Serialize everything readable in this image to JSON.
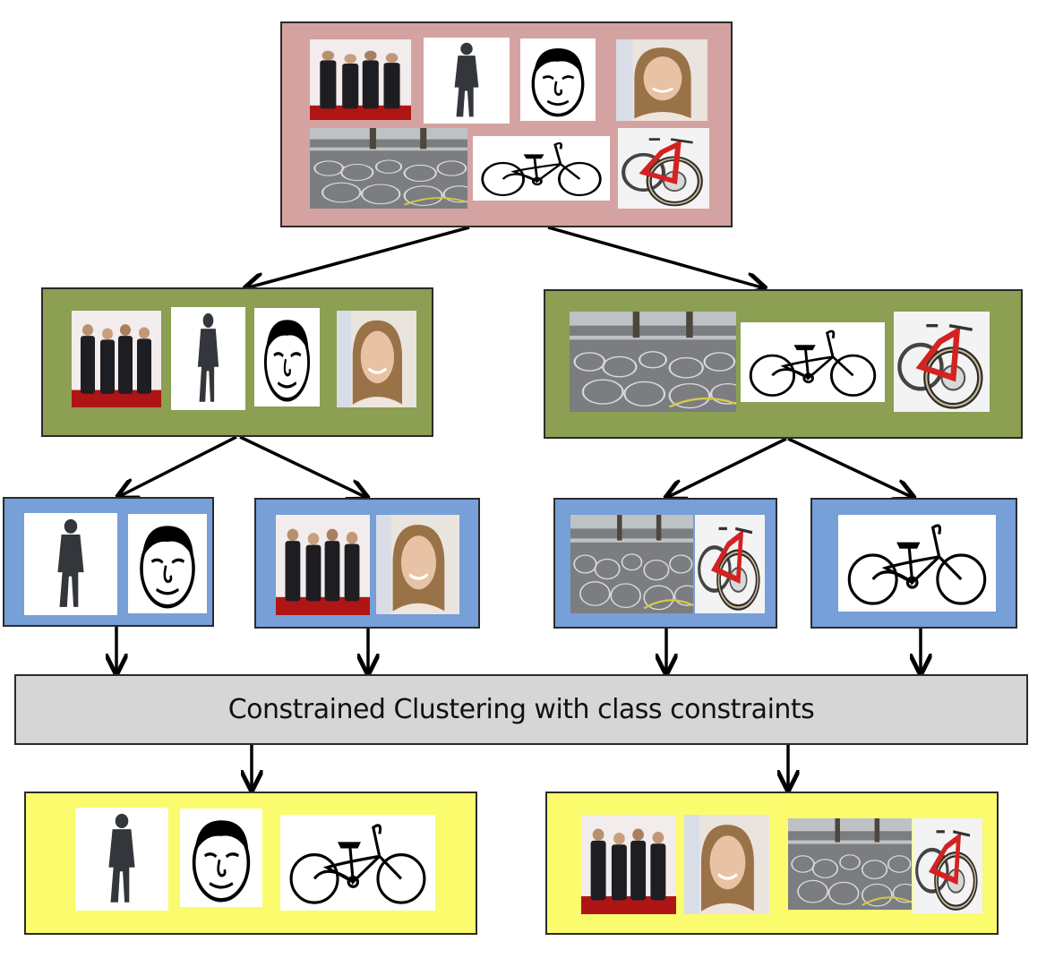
{
  "diagram": {
    "colors": {
      "root": "#d4a3a1",
      "level1": "#8c9f52",
      "level2": "#779fd8",
      "constraint_box": "#d6d6d6",
      "output": "#fbfb6e",
      "arrow": "#000000"
    },
    "image_kinds": {
      "group_photo": "group-photo-of-four-men",
      "silhouette": "person-silhouette",
      "sketch_face": "sketched-face",
      "portrait": "woman-portrait-photo",
      "bike_crowd": "parked-bicycles-photo",
      "bike_sketch": "bicycle-sketch",
      "bike_photo": "red-bicycle-photo"
    },
    "root_node": {
      "images": [
        "group_photo",
        "silhouette",
        "sketch_face",
        "portrait",
        "bike_crowd",
        "bike_sketch",
        "bike_photo"
      ]
    },
    "level1_nodes": [
      {
        "images": [
          "group_photo",
          "silhouette",
          "sketch_face",
          "portrait"
        ]
      },
      {
        "images": [
          "bike_crowd",
          "bike_sketch",
          "bike_photo"
        ]
      }
    ],
    "level2_nodes": [
      {
        "images": [
          "silhouette",
          "sketch_face"
        ]
      },
      {
        "images": [
          "group_photo",
          "portrait"
        ]
      },
      {
        "images": [
          "bike_crowd",
          "bike_photo"
        ]
      },
      {
        "images": [
          "bike_sketch"
        ]
      }
    ],
    "constraint_box": {
      "label": "Constrained Clustering with class constraints"
    },
    "output_nodes": [
      {
        "images": [
          "silhouette",
          "sketch_face",
          "bike_sketch"
        ]
      },
      {
        "images": [
          "group_photo",
          "portrait",
          "bike_crowd",
          "bike_photo"
        ]
      }
    ]
  }
}
